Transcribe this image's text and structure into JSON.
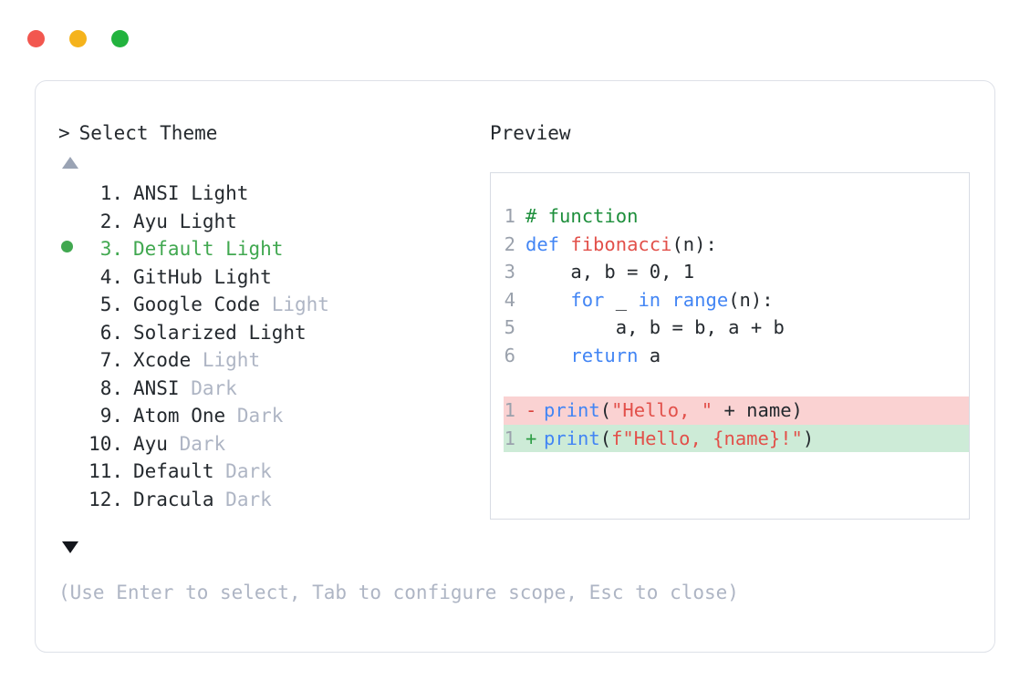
{
  "window": {
    "dots": [
      {
        "name": "close-dot",
        "color": "#F2574F"
      },
      {
        "name": "minimize-dot",
        "color": "#F5B31C"
      },
      {
        "name": "maximize-dot",
        "color": "#22B33E"
      }
    ]
  },
  "prompt": {
    "caret": ">",
    "title": "Select Theme"
  },
  "scroll": {
    "up_icon": "triangle-up",
    "down_icon": "triangle-down"
  },
  "themes": {
    "selected_index": 3,
    "items": [
      {
        "index": "1.",
        "name": "ANSI",
        "variant": "Light",
        "variant_muted": false,
        "selected": false
      },
      {
        "index": "2.",
        "name": "Ayu",
        "variant": "Light",
        "variant_muted": false,
        "selected": false
      },
      {
        "index": "3.",
        "name": "Default",
        "variant": "Light",
        "variant_muted": false,
        "selected": true
      },
      {
        "index": "4.",
        "name": "GitHub",
        "variant": "Light",
        "variant_muted": false,
        "selected": false
      },
      {
        "index": "5.",
        "name": "Google Code",
        "variant": "Light",
        "variant_muted": true,
        "selected": false
      },
      {
        "index": "6.",
        "name": "Solarized",
        "variant": "Light",
        "variant_muted": false,
        "selected": false
      },
      {
        "index": "7.",
        "name": "Xcode",
        "variant": "Light",
        "variant_muted": true,
        "selected": false
      },
      {
        "index": "8.",
        "name": "ANSI",
        "variant": "Dark",
        "variant_muted": true,
        "selected": false
      },
      {
        "index": "9.",
        "name": "Atom One",
        "variant": "Dark",
        "variant_muted": true,
        "selected": false
      },
      {
        "index": "10.",
        "name": "Ayu",
        "variant": "Dark",
        "variant_muted": true,
        "selected": false
      },
      {
        "index": "11.",
        "name": "Default",
        "variant": "Dark",
        "variant_muted": true,
        "selected": false
      },
      {
        "index": "12.",
        "name": "Dracula",
        "variant": "Dark",
        "variant_muted": true,
        "selected": false
      }
    ]
  },
  "hint": "(Use Enter to select, Tab to configure scope, Esc to close)",
  "preview": {
    "label": "Preview",
    "code_lines": [
      {
        "ln": "1",
        "tokens": [
          {
            "t": "# function",
            "c": "comment"
          }
        ]
      },
      {
        "ln": "2",
        "tokens": [
          {
            "t": "def ",
            "c": "keyword"
          },
          {
            "t": "fibonacci",
            "c": "func"
          },
          {
            "t": "(n):",
            "c": "plain"
          }
        ]
      },
      {
        "ln": "3",
        "tokens": [
          {
            "t": "    a, b = 0, 1",
            "c": "plain"
          }
        ]
      },
      {
        "ln": "4",
        "tokens": [
          {
            "t": "    ",
            "c": "plain"
          },
          {
            "t": "for",
            "c": "keyword"
          },
          {
            "t": " _ ",
            "c": "plain"
          },
          {
            "t": "in",
            "c": "keyword"
          },
          {
            "t": " ",
            "c": "plain"
          },
          {
            "t": "range",
            "c": "builtin"
          },
          {
            "t": "(n):",
            "c": "plain"
          }
        ]
      },
      {
        "ln": "5",
        "tokens": [
          {
            "t": "        a, b = b, a + b",
            "c": "plain"
          }
        ]
      },
      {
        "ln": "6",
        "tokens": [
          {
            "t": "    ",
            "c": "plain"
          },
          {
            "t": "return",
            "c": "keyword"
          },
          {
            "t": " a",
            "c": "plain"
          }
        ]
      }
    ],
    "diff_lines": [
      {
        "ln": "1",
        "sign": "-",
        "kind": "del",
        "tokens": [
          {
            "t": "print",
            "c": "builtin"
          },
          {
            "t": "(",
            "c": "plain"
          },
          {
            "t": "\"Hello, \"",
            "c": "string"
          },
          {
            "t": " + name)",
            "c": "plain"
          }
        ]
      },
      {
        "ln": "1",
        "sign": "+",
        "kind": "add",
        "tokens": [
          {
            "t": "print",
            "c": "builtin"
          },
          {
            "t": "(",
            "c": "plain"
          },
          {
            "t": "f\"Hello, {name}!\"",
            "c": "string"
          },
          {
            "t": ")",
            "c": "plain"
          }
        ]
      }
    ]
  },
  "colors": {
    "accent_green": "#41A850",
    "muted": "#AEB5C4",
    "text": "#24292E",
    "diff_del_bg": "#FAD2D2",
    "diff_add_bg": "#CDEBD7",
    "card_border": "#DEE1E8"
  }
}
